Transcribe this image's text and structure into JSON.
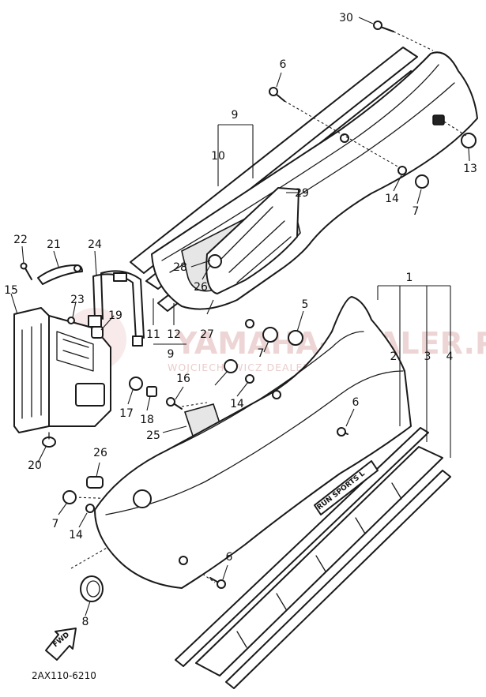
{
  "callouts": [
    "30",
    "6",
    "9",
    "10",
    "13",
    "14",
    "7",
    "29",
    "22",
    "21",
    "24",
    "28",
    "26",
    "15",
    "23",
    "19",
    "11",
    "12",
    "9",
    "27",
    "1",
    "5",
    "2",
    "3",
    "4",
    "25",
    "16",
    "17",
    "18",
    "20",
    "26",
    "7",
    "14",
    "6",
    "8",
    "7",
    "14",
    "6"
  ],
  "diagram_code": "2AX110-6210",
  "decal_text": "RUN SPORTS L",
  "front_arrow_label": "FWD",
  "watermark": {
    "main": "YAMAHA-DEALER.PL",
    "sub": "WOJCIECHOWICZ DEALER YAMAHA"
  }
}
